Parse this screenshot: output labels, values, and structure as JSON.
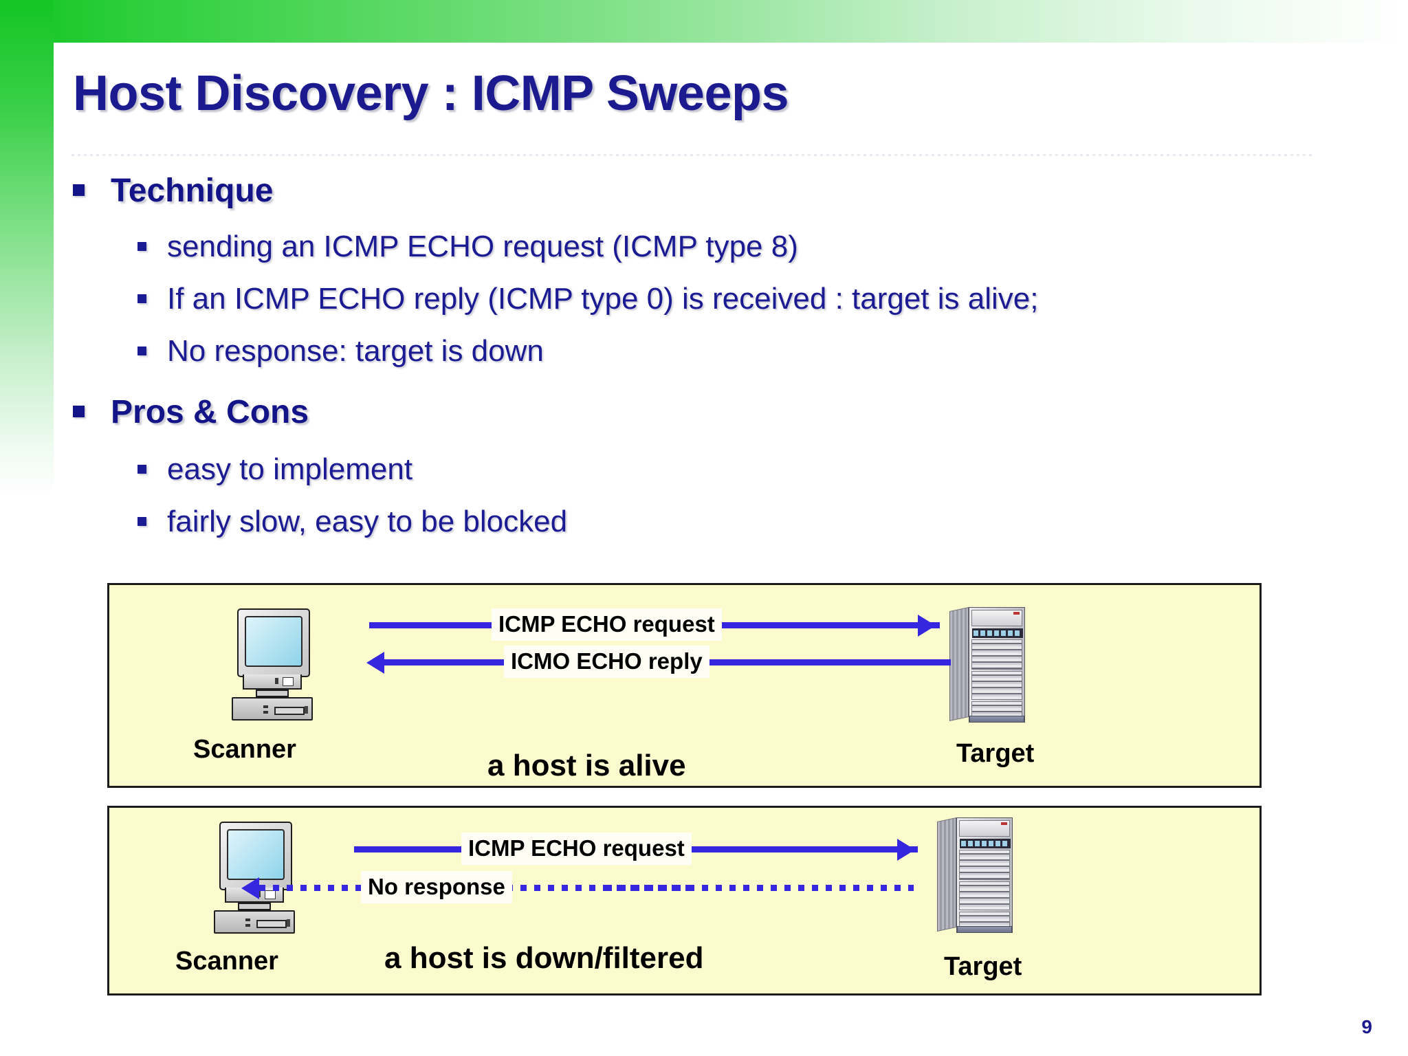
{
  "slide": {
    "title": "Host Discovery : ICMP Sweeps",
    "page_number": "9",
    "accent_green": "#12c423",
    "title_color": "#1b1b8f",
    "body_text_color": "#1b1b93",
    "diagram_fill": "#fcfbcd",
    "arrow_color": "#3526e0"
  },
  "bullets": [
    {
      "label": "Technique",
      "children": [
        "sending an ICMP ECHO request (ICMP type 8)",
        "If an ICMP ECHO reply (ICMP type 0) is received : target is alive;",
        "No response: target is down"
      ]
    },
    {
      "label": "Pros & Cons",
      "children": [
        "easy to implement",
        "fairly slow, easy to be blocked"
      ]
    }
  ],
  "diagrams": [
    {
      "id": "host-alive",
      "caption": "a host is alive",
      "left_node": {
        "label": "Scanner",
        "icon": "desktop-computer-icon"
      },
      "right_node": {
        "label": "Target",
        "icon": "server-tower-icon"
      },
      "messages": [
        {
          "text": "ICMP ECHO request",
          "direction": "right",
          "style": "solid"
        },
        {
          "text": "ICMO ECHO reply",
          "direction": "left",
          "style": "solid"
        }
      ]
    },
    {
      "id": "host-down",
      "caption": "a host is down/filtered",
      "left_node": {
        "label": "Scanner",
        "icon": "desktop-computer-icon"
      },
      "right_node": {
        "label": "Target",
        "icon": "server-tower-icon"
      },
      "messages": [
        {
          "text": "ICMP ECHO request",
          "direction": "right",
          "style": "solid"
        },
        {
          "text": "No response",
          "direction": "left",
          "style": "dotted"
        }
      ]
    }
  ]
}
